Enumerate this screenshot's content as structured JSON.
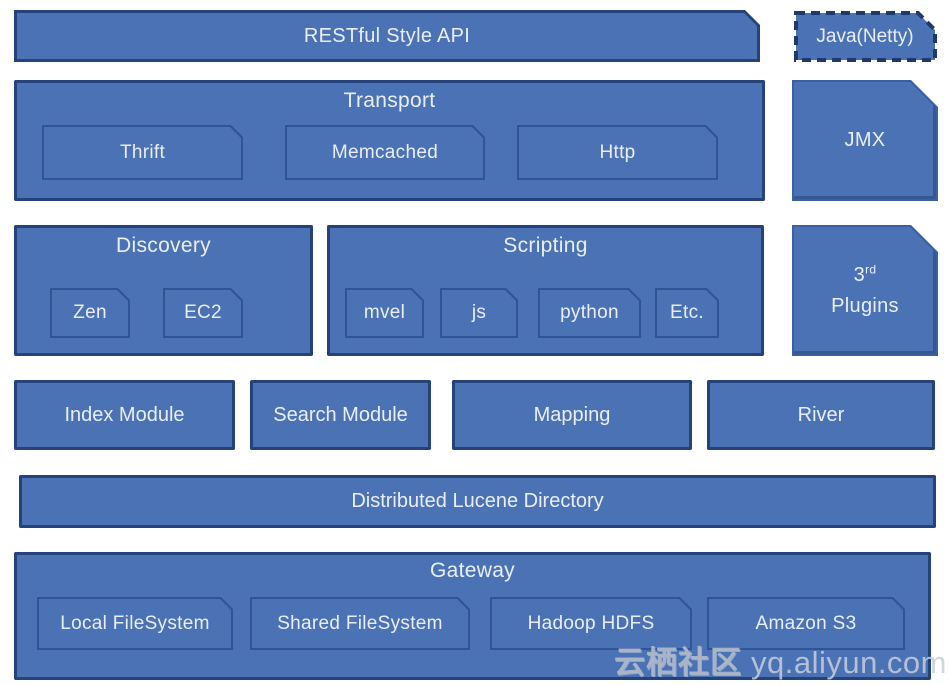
{
  "palette": {
    "box_fill": "#4C72B6",
    "box_border": "#26427B",
    "subbox_border": "#2F5596",
    "dashed_border": "#1E3A6B",
    "label_text": "#E8EEF8"
  },
  "layers": {
    "restful_api": {
      "label": "RESTful Style API"
    },
    "java_netty": {
      "label": "Java(Netty)"
    },
    "transport": {
      "label": "Transport",
      "children": [
        "Thrift",
        "Memcached",
        "Http"
      ]
    },
    "jmx": {
      "label": "JMX"
    },
    "discovery": {
      "label": "Discovery",
      "children": [
        "Zen",
        "EC2"
      ]
    },
    "scripting": {
      "label": "Scripting",
      "children": [
        "mvel",
        "js",
        "python",
        "Etc."
      ]
    },
    "third_party_plugins": {
      "num": "3",
      "sup": "rd",
      "word": "Plugins"
    },
    "modules": [
      "Index Module",
      "Search Module",
      "Mapping",
      "River"
    ],
    "lucene": {
      "label": "Distributed Lucene Directory"
    },
    "gateway": {
      "label": "Gateway",
      "children": [
        "Local FileSystem",
        "Shared FileSystem",
        "Hadoop HDFS",
        "Amazon S3"
      ]
    }
  },
  "watermark": {
    "site_name": "云栖社区",
    "site_url": "yq.aliyun.com"
  }
}
